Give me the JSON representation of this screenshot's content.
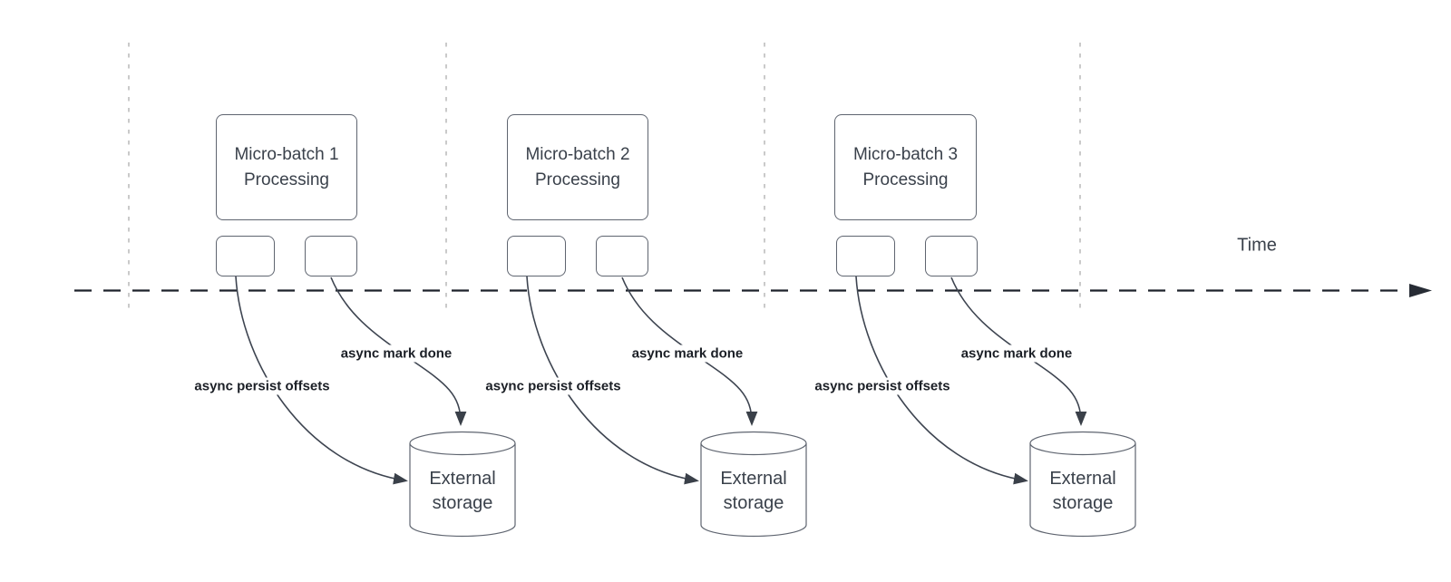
{
  "diagram": {
    "description": "Micro-batch processing timeline with asynchronous writes to external storage",
    "time_axis": {
      "label": "Time"
    },
    "colors": {
      "background": "#ffffff",
      "box_border": "#5f6570",
      "connector": "#3d4450",
      "timeline": "#1d222b",
      "guide_line": "#b3b3b3",
      "node_text": "#3a414b",
      "edge_label_text": "#1b1f26"
    },
    "sections": [
      {
        "batch_title_line1": "Micro-batch 1",
        "batch_title_line2": "Processing",
        "persist_label": "async persist offsets",
        "mark_done_label": "async mark done",
        "storage_line1": "External",
        "storage_line2": "storage"
      },
      {
        "batch_title_line1": "Micro-batch 2",
        "batch_title_line2": "Processing",
        "persist_label": "async persist offsets",
        "mark_done_label": "async mark done",
        "storage_line1": "External",
        "storage_line2": "storage"
      },
      {
        "batch_title_line1": "Micro-batch 3",
        "batch_title_line2": "Processing",
        "persist_label": "async persist offsets",
        "mark_done_label": "async mark done",
        "storage_line1": "External",
        "storage_line2": "storage"
      }
    ]
  }
}
